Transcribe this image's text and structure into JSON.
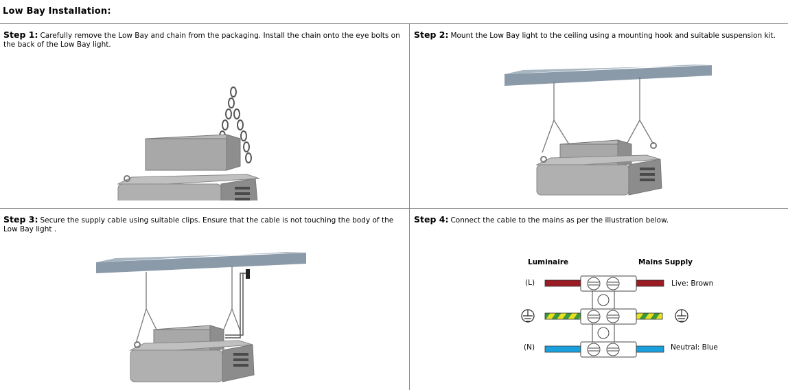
{
  "page": {
    "title": "Low Bay Installation:"
  },
  "steps": [
    {
      "label": "Step 1:",
      "text": "Carefully remove the Low Bay and chain from the packaging. Install the chain onto the eye bolts on the back of the Low Bay light."
    },
    {
      "label": "Step 2:",
      "text": "Mount the Low Bay light to the ceiling using a mounting hook and suitable suspension kit."
    },
    {
      "label": "Step 3:",
      "text": "Secure the supply cable using suitable clips. Ensure that the cable is not touching the body of the Low Bay light ."
    },
    {
      "label": "Step 4:",
      "text": "Connect the cable to the mains as per the illustration below."
    }
  ],
  "wiring": {
    "luminaire_heading": "Luminaire",
    "mains_heading": "Mains Supply",
    "live_left": "(L)",
    "live_right": "Live: Brown",
    "neutral_left": "(N)",
    "neutral_right": "Neutral: Blue",
    "colors": {
      "live": "#9b1c24",
      "neutral": "#1aa0dc",
      "earth_green": "#3c9a3c",
      "earth_yellow": "#e8e020"
    }
  },
  "icons": [
    "earth-ground-icon"
  ]
}
